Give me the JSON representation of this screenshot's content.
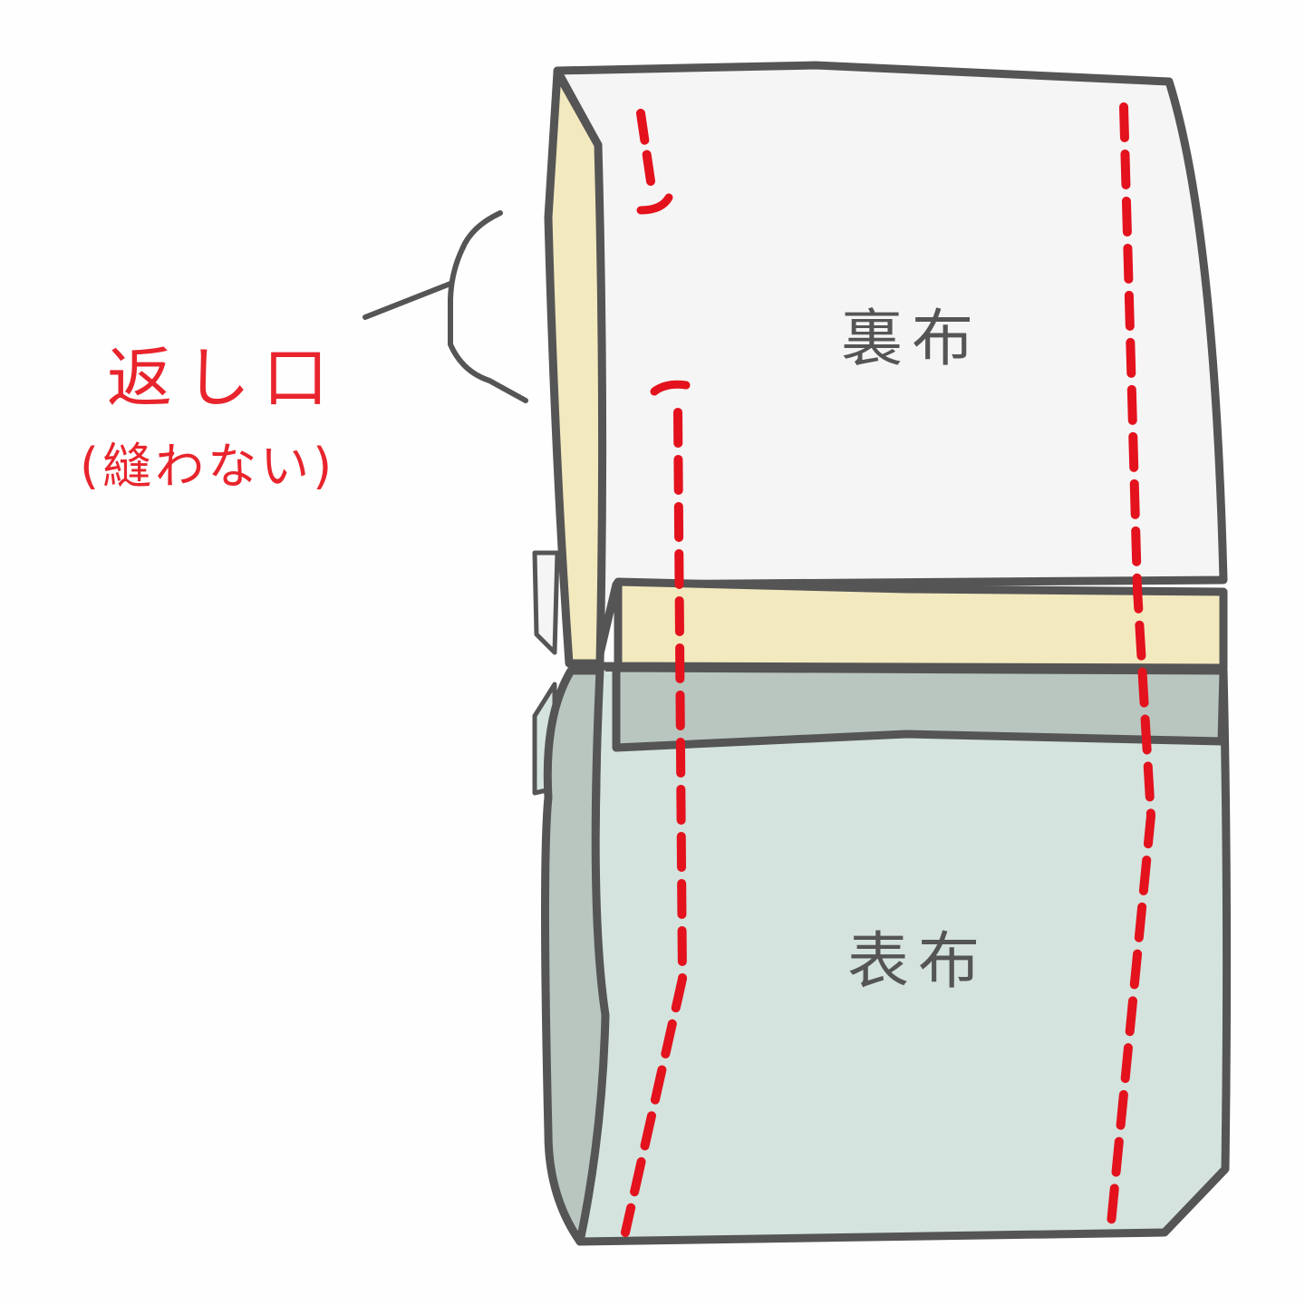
{
  "labels": {
    "opening": "返し口",
    "no_sew": "(縫わない)",
    "lining": "裏布",
    "outer": "表布"
  },
  "colors": {
    "outline": "#555555",
    "stitch_red": "#e3121d",
    "lining_fabric": "#f5f5f5",
    "yellow_fabric": "#f3e9bf",
    "outer_fabric": "#d4e3de",
    "outer_shadow": "#b9c6c0"
  }
}
